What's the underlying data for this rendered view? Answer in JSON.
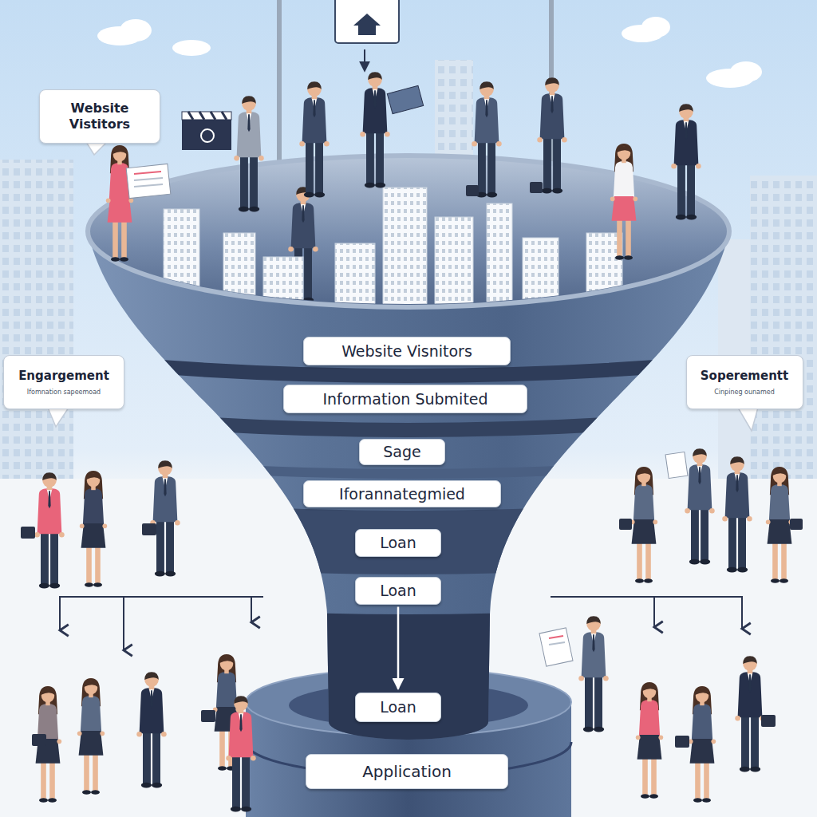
{
  "diagram": {
    "nodes": [
      {
        "text": [
          "Website Vistitors"
        ]
      },
      {
        "text": [
          "Engargement",
          "Ifomnation sapeemoad"
        ]
      },
      {
        "text": [
          "Soperementt",
          "Cinpineg ounamed"
        ]
      },
      {
        "text": [
          "Website Visnitors"
        ]
      },
      {
        "text": [
          "Information Submited"
        ]
      },
      {
        "text": [
          "Sage"
        ]
      },
      {
        "text": [
          "Iforannategmied"
        ]
      },
      {
        "text": [
          "Loan"
        ]
      },
      {
        "text": [
          "Loan"
        ]
      },
      {
        "text": [
          "Loan"
        ]
      },
      {
        "text": [
          "Application"
        ]
      }
    ],
    "edges": [
      {
        "from": 8,
        "to": 9,
        "arrow": "to"
      }
    ]
  }
}
